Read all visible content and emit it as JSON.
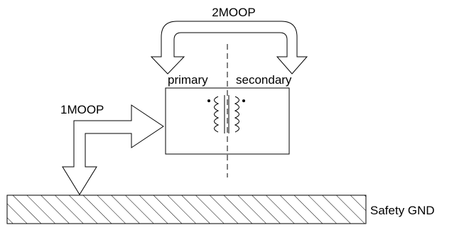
{
  "diagram": {
    "labels": {
      "two_moop": "2MOOP",
      "one_moop": "1MOOP",
      "primary": "primary",
      "secondary": "secondary",
      "safety_gnd": "Safety GND"
    },
    "colors": {
      "stroke": "#000000",
      "background": "#ffffff"
    },
    "icons": {
      "transformer": "transformer-icon",
      "arrow_2moop": "u-arrow-icon",
      "arrow_1moop": "l-arrow-icon"
    }
  }
}
